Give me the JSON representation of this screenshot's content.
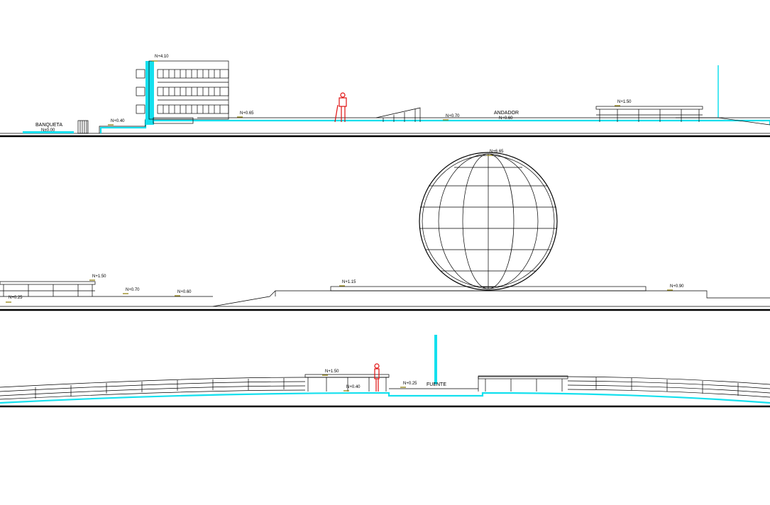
{
  "sections": [
    {
      "name": "elevation-1",
      "labels": {
        "banqueta": "BANQUETA",
        "banqueta_level": "N±0.00",
        "level_040": "N+0.40",
        "level_410": "N+4.10",
        "level_065": "N+0.65",
        "level_070": "N+0.70",
        "andador": "ANDADOR",
        "andador_level": "N+0.60",
        "level_150": "N+1.50"
      }
    },
    {
      "name": "elevation-2",
      "labels": {
        "sphere_top": "N+6.65",
        "level_150": "N+1.50",
        "level_025": "N+0.25",
        "level_070": "N+0.70",
        "level_060": "N+0.60",
        "level_115": "N+1.15",
        "level_090": "N+0.90"
      }
    },
    {
      "name": "elevation-3",
      "labels": {
        "level_150": "N+1.50",
        "level_040": "N+0.40",
        "level_025": "N+0.25",
        "fuente": "FUENTE"
      }
    }
  ],
  "colors": {
    "water": "#14e0ee",
    "figure": "#e01010",
    "level_mark": "#8a7a00",
    "lines": "#000000"
  }
}
